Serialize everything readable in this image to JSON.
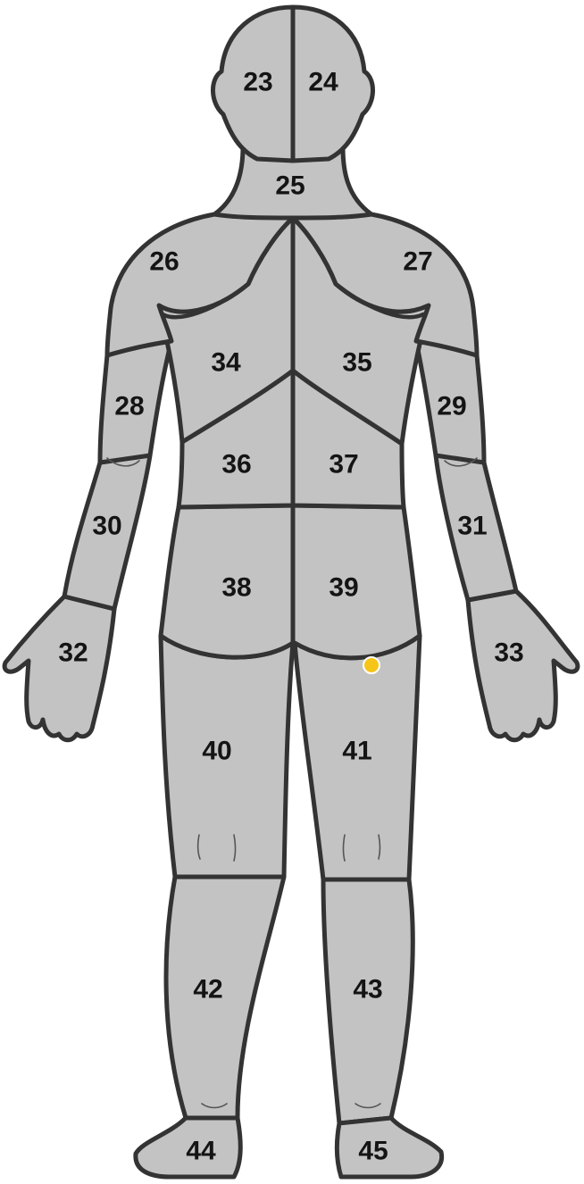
{
  "regions": [
    {
      "id": "23",
      "label": "23"
    },
    {
      "id": "24",
      "label": "24"
    },
    {
      "id": "25",
      "label": "25"
    },
    {
      "id": "26",
      "label": "26"
    },
    {
      "id": "27",
      "label": "27"
    },
    {
      "id": "28",
      "label": "28"
    },
    {
      "id": "29",
      "label": "29"
    },
    {
      "id": "30",
      "label": "30"
    },
    {
      "id": "31",
      "label": "31"
    },
    {
      "id": "32",
      "label": "32"
    },
    {
      "id": "33",
      "label": "33"
    },
    {
      "id": "34",
      "label": "34"
    },
    {
      "id": "35",
      "label": "35"
    },
    {
      "id": "36",
      "label": "36"
    },
    {
      "id": "37",
      "label": "37"
    },
    {
      "id": "38",
      "label": "38"
    },
    {
      "id": "39",
      "label": "39"
    },
    {
      "id": "40",
      "label": "40"
    },
    {
      "id": "41",
      "label": "41"
    },
    {
      "id": "42",
      "label": "42"
    },
    {
      "id": "43",
      "label": "43"
    },
    {
      "id": "44",
      "label": "44"
    },
    {
      "id": "45",
      "label": "45"
    }
  ],
  "marker": {
    "region": "41",
    "color": "#f5c518"
  },
  "colors": {
    "fill": "#c3c3c3",
    "outline": "#333333",
    "label": "#141414"
  }
}
